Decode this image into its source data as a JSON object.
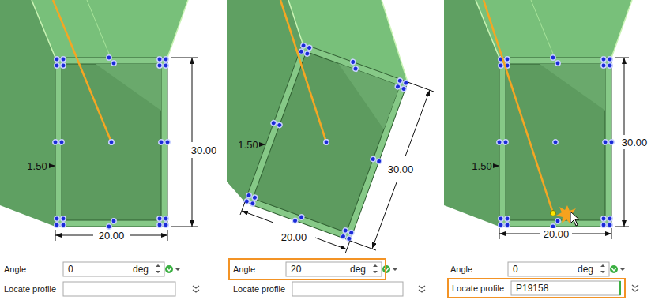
{
  "diagram": {
    "nodes": [
      {
        "text": [
          "0",
          "deg"
        ]
      },
      {
        "text": [
          "Angle"
        ]
      },
      {
        "text": [
          "20",
          "deg"
        ],
        "in": 1
      },
      {
        "text": [
          "0",
          "deg"
        ]
      },
      {
        "text": [
          "Locate profile"
        ]
      },
      {
        "text": [
          "P19158"
        ],
        "in": 4
      }
    ],
    "labels": [
      "30.00",
      "1.50",
      "20.00",
      "Angle",
      "Locate profile",
      "1.50",
      "30.00",
      "20.00",
      "Locate profile",
      "30.00",
      "1.50",
      "20.00",
      "Angle"
    ]
  }
}
